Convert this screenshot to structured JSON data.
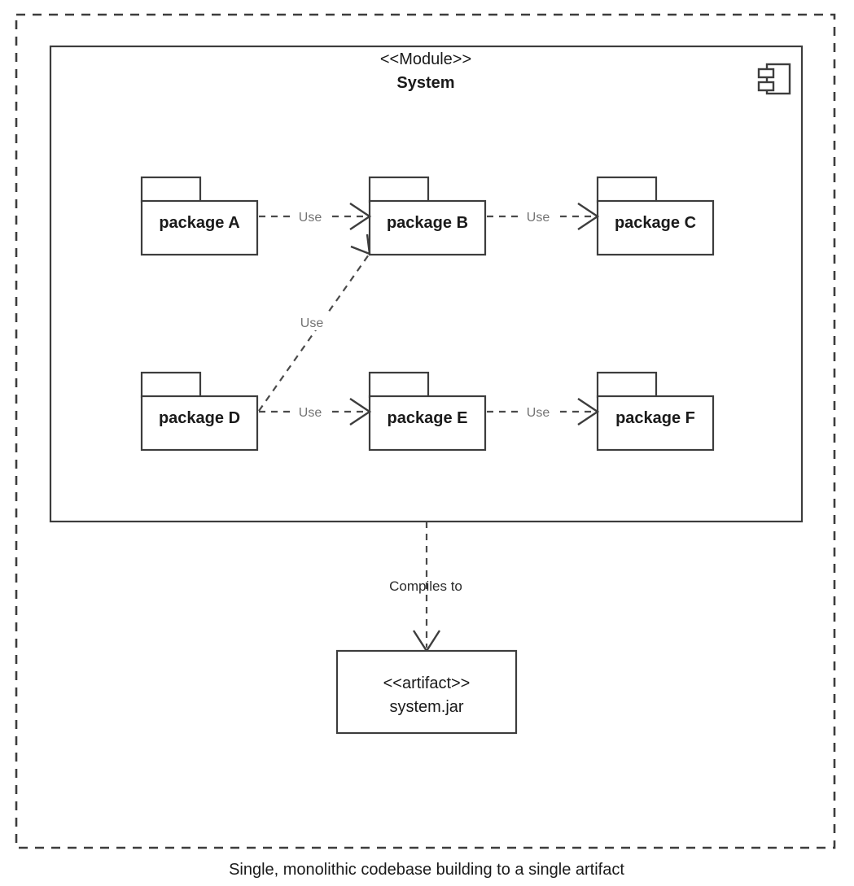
{
  "diagram": {
    "title_stereotype": "<<Module>>",
    "title_name": "System",
    "component_icon": "component-icon",
    "caption": "Single, monolithic codebase building to a single artifact",
    "packages": [
      {
        "id": "a",
        "label": "package A"
      },
      {
        "id": "b",
        "label": "package B"
      },
      {
        "id": "c",
        "label": "package C"
      },
      {
        "id": "d",
        "label": "package D"
      },
      {
        "id": "e",
        "label": "package E"
      },
      {
        "id": "f",
        "label": "package F"
      }
    ],
    "dependencies": [
      {
        "id": "a-b",
        "label": "Use",
        "from": "package A",
        "to": "package B"
      },
      {
        "id": "b-c",
        "label": "Use",
        "from": "package B",
        "to": "package C"
      },
      {
        "id": "d-b",
        "label": "Use",
        "from": "package D",
        "to": "package B"
      },
      {
        "id": "d-e",
        "label": "Use",
        "from": "package D",
        "to": "package E"
      },
      {
        "id": "e-f",
        "label": "Use",
        "from": "package E",
        "to": "package F"
      }
    ],
    "compiles_to": {
      "label": "Compiles to",
      "artifact_stereotype": "<<artifact>>",
      "artifact_name": "system.jar"
    },
    "colors": {
      "stroke": "#3d3d3d",
      "text": "#1a1a1a",
      "muted_text": "#737373",
      "background": "#ffffff"
    }
  }
}
